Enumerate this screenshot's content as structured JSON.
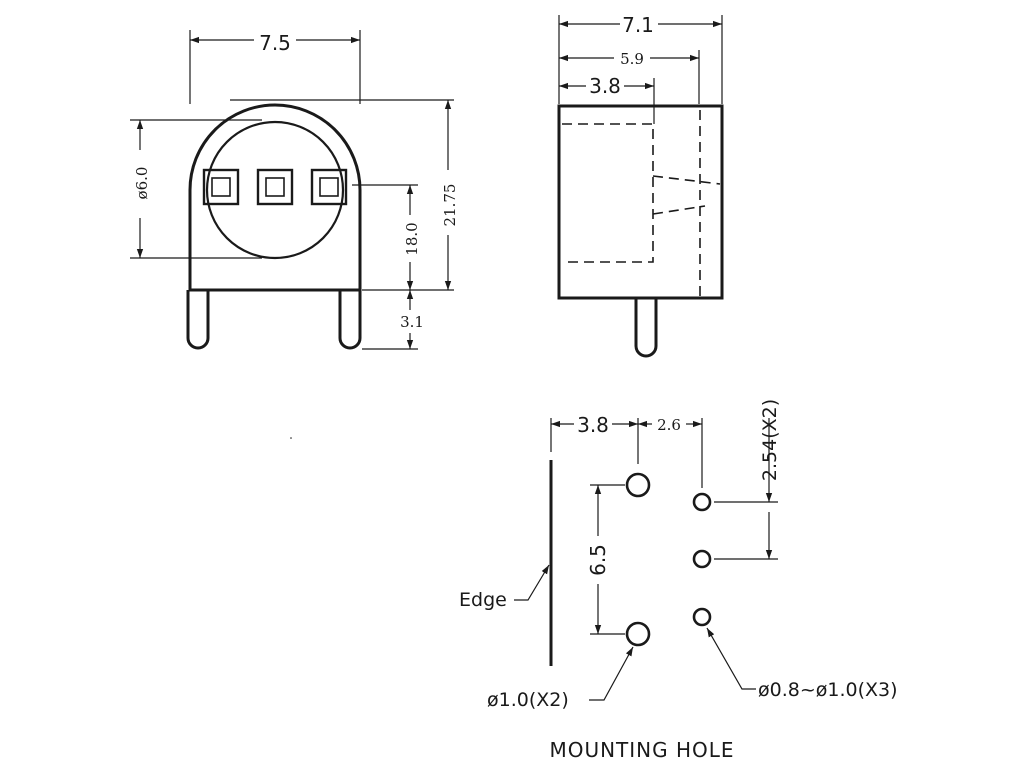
{
  "front_view": {
    "width_dim": "7.5",
    "diameter_dim": "ø6.0",
    "body_height_dim": "18.0",
    "total_height_dim": "21.75",
    "lead_dim": "3.1"
  },
  "side_view": {
    "width_dim": "7.1",
    "inner_dim": "5.9",
    "depth_dim": "3.8"
  },
  "mounting_hole": {
    "title": "MOUNTING HOLE",
    "edge_label": "Edge",
    "offset_dim": "3.8",
    "spacing_dim": "2.6",
    "pitch_dim": "2.54(X2)",
    "vertical_dim": "6.5",
    "large_hole_label": "ø1.0(X2)",
    "small_hole_label": "ø0.8~ø1.0(X3)"
  }
}
